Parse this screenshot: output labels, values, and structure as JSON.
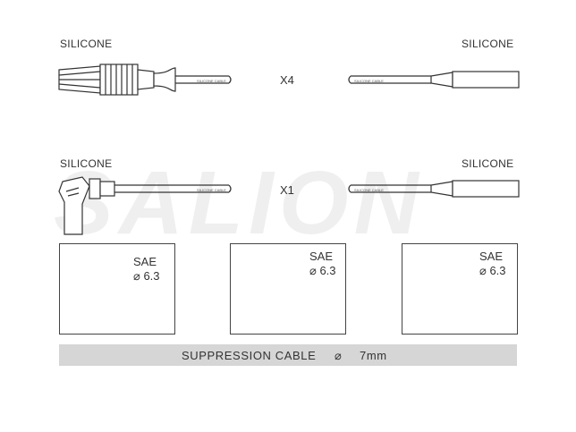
{
  "rows": [
    {
      "left_label": "SILICONE",
      "right_label": "SILICONE",
      "quantity": "X4"
    },
    {
      "left_label": "SILICONE",
      "right_label": "SILICONE",
      "quantity": "X1"
    }
  ],
  "watermark": "SALION",
  "cable_print": "SILICONE CABLE",
  "boxes": [
    {
      "standard": "SAE",
      "size": "⌀ 6.3"
    },
    {
      "standard": "SAE",
      "size": "⌀ 6.3"
    },
    {
      "standard": "SAE",
      "size": "⌀ 6.3"
    }
  ],
  "footer": {
    "label": "SUPPRESSION CABLE",
    "symbol": "⌀",
    "value": "7mm"
  }
}
